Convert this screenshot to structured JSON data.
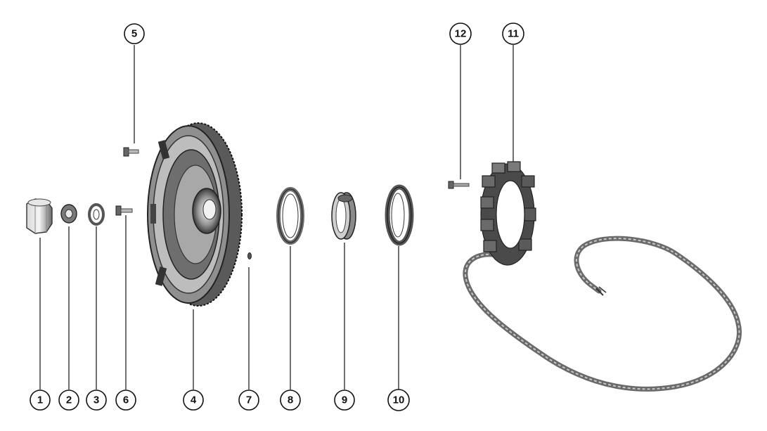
{
  "diagram": {
    "callouts": [
      {
        "id": "1",
        "label": "1"
      },
      {
        "id": "2",
        "label": "2"
      },
      {
        "id": "3",
        "label": "3"
      },
      {
        "id": "4",
        "label": "4"
      },
      {
        "id": "5",
        "label": "5"
      },
      {
        "id": "6",
        "label": "6"
      },
      {
        "id": "7",
        "label": "7"
      },
      {
        "id": "8",
        "label": "8"
      },
      {
        "id": "9",
        "label": "9"
      },
      {
        "id": "10",
        "label": "10"
      },
      {
        "id": "11",
        "label": "11"
      },
      {
        "id": "12",
        "label": "12"
      }
    ],
    "colors": {
      "ink": "#111111",
      "part_dark": "#3a3a3a",
      "part_mid": "#7a7a7a",
      "part_light": "#c8c8c8"
    }
  }
}
